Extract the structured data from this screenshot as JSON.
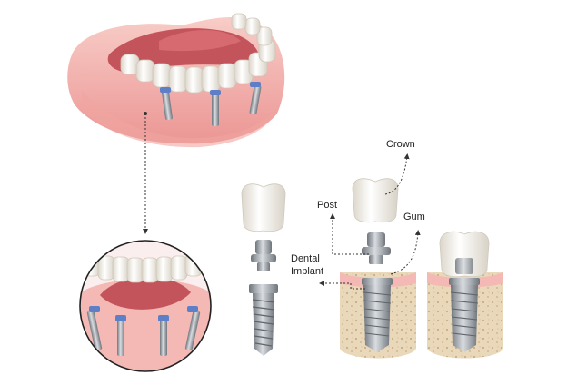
{
  "labels": {
    "crown": "Crown",
    "post": "Post",
    "gum": "Gum",
    "implant_line1": "Dental",
    "implant_line2": "Implant"
  },
  "colors": {
    "gum": "#e98a88",
    "gum_light": "#f4b9b4",
    "tongue": "#c4545b",
    "tooth": "#f3efe6",
    "metal": "#b7bcc2",
    "metal_dark": "#6f757c",
    "bone": "#e9d6b8",
    "bone_speck": "#c9ae86",
    "arrow": "#333333"
  },
  "icons": {
    "jaw": "full-arch-jaw-illustration",
    "magnifier": "magnified-jaw-circle",
    "arrow": "dotted-arrow"
  }
}
